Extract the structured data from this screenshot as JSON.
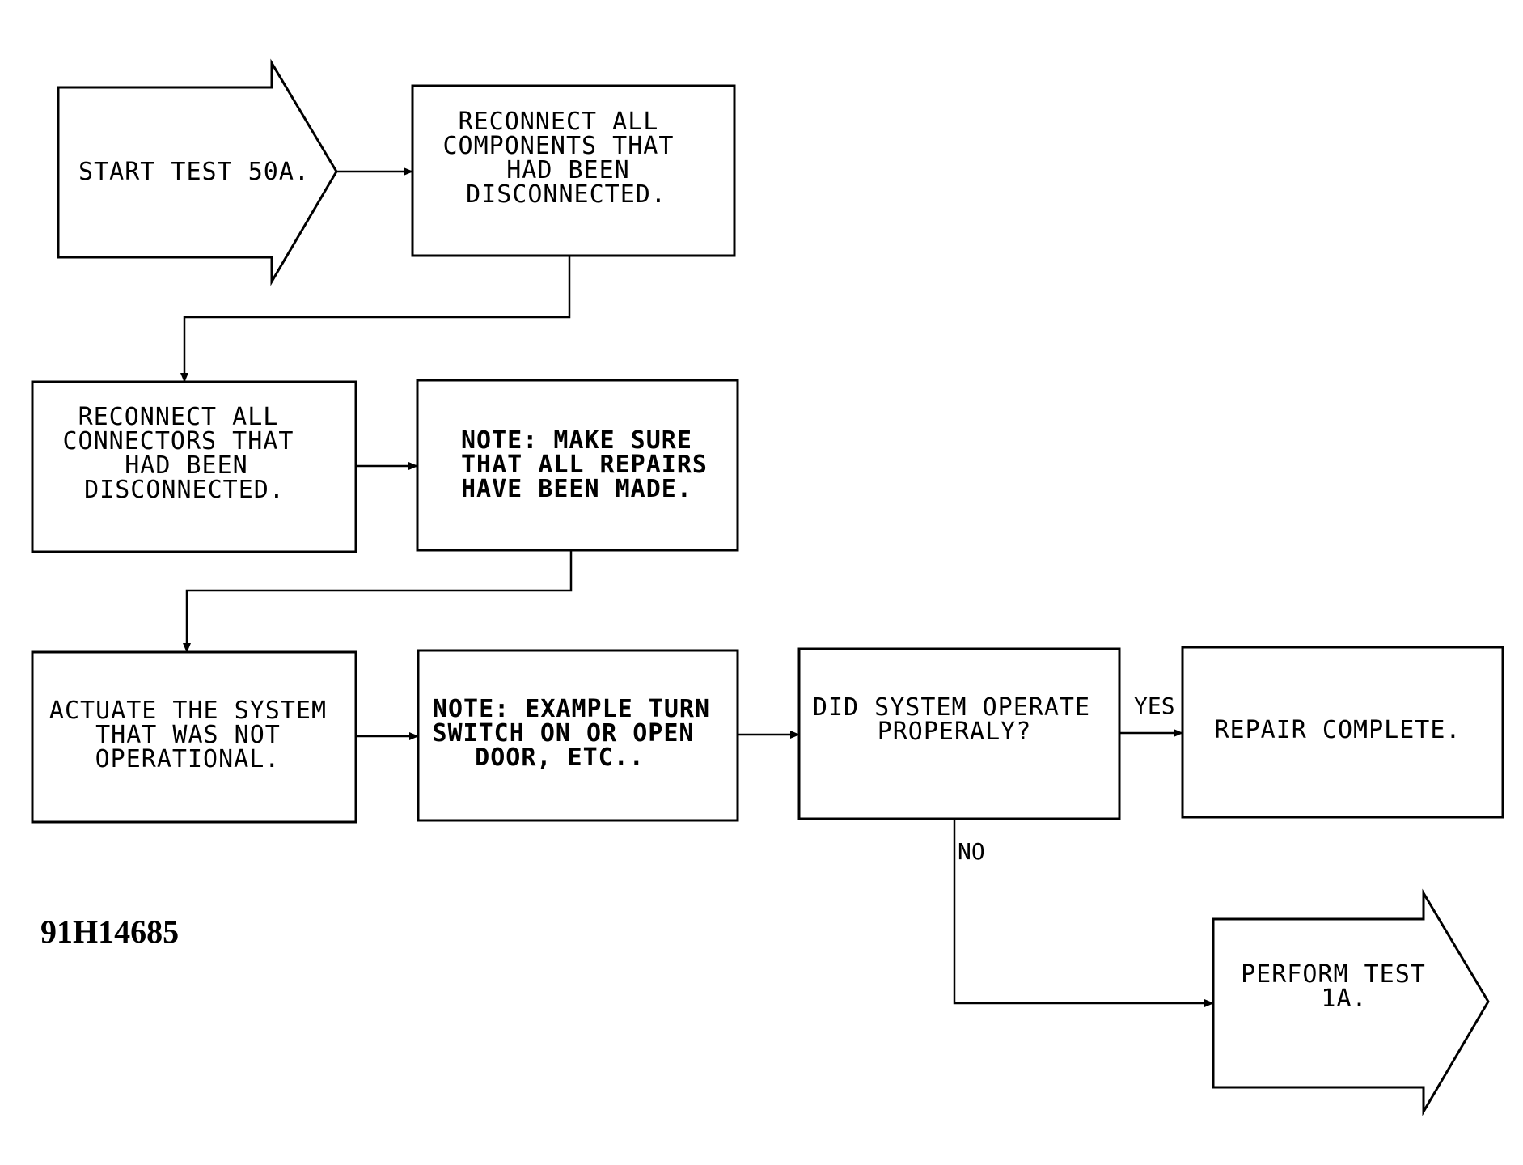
{
  "figure_id": "91H14685",
  "nodes": {
    "start": {
      "lines": [
        "START TEST 50A."
      ]
    },
    "reconnect_components": {
      "lines": [
        "RECONNECT ALL",
        "COMPONENTS THAT",
        "HAD BEEN",
        "DISCONNECTED."
      ]
    },
    "reconnect_connectors": {
      "lines": [
        "RECONNECT ALL",
        "CONNECTORS THAT",
        "HAD BEEN",
        "DISCONNECTED."
      ]
    },
    "note_repairs": {
      "lines": [
        "NOTE: MAKE SURE",
        "THAT ALL REPAIRS",
        "HAVE BEEN MADE."
      ]
    },
    "actuate": {
      "lines": [
        "ACTUATE THE SYSTEM",
        "THAT WAS NOT",
        "OPERATIONAL."
      ]
    },
    "note_example": {
      "lines": [
        "NOTE: EXAMPLE TURN",
        "SWITCH ON OR OPEN",
        "DOOR, ETC.."
      ]
    },
    "decision": {
      "lines": [
        "DID SYSTEM OPERATE",
        "PROPERALY?"
      ]
    },
    "repair_complete": {
      "lines": [
        "REPAIR COMPLETE."
      ]
    },
    "perform_test": {
      "lines": [
        "PERFORM TEST",
        "1A."
      ]
    }
  },
  "edge_labels": {
    "yes": "YES",
    "no": "NO"
  }
}
